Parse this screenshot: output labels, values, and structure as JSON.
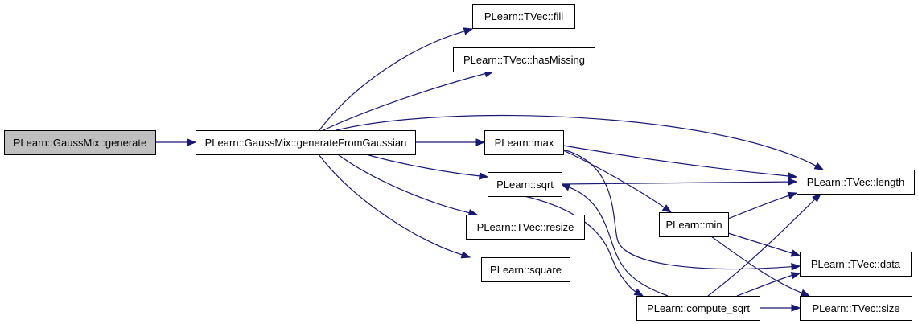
{
  "diagram": {
    "type": "call-graph",
    "colors": {
      "edge": "#191970",
      "root_fill": "#bfbfbf",
      "node_fill": "#ffffff",
      "node_border": "#000000"
    },
    "nodes": [
      {
        "id": "generate",
        "label": "PLearn::GaussMix::generate",
        "root": true
      },
      {
        "id": "generateFromGaussian",
        "label": "PLearn::GaussMix::generateFromGaussian"
      },
      {
        "id": "fill",
        "label": "PLearn::TVec::fill"
      },
      {
        "id": "hasMissing",
        "label": "PLearn::TVec::hasMissing"
      },
      {
        "id": "max",
        "label": "PLearn::max"
      },
      {
        "id": "sqrt",
        "label": "PLearn::sqrt"
      },
      {
        "id": "resize",
        "label": "PLearn::TVec::resize"
      },
      {
        "id": "square",
        "label": "PLearn::square"
      },
      {
        "id": "min",
        "label": "PLearn::min"
      },
      {
        "id": "compute_sqrt",
        "label": "PLearn::compute_sqrt"
      },
      {
        "id": "length",
        "label": "PLearn::TVec::length"
      },
      {
        "id": "data",
        "label": "PLearn::TVec::data"
      },
      {
        "id": "size",
        "label": "PLearn::TVec::size"
      }
    ],
    "edges": [
      {
        "from": "generate",
        "to": "generateFromGaussian"
      },
      {
        "from": "generateFromGaussian",
        "to": "fill"
      },
      {
        "from": "generateFromGaussian",
        "to": "hasMissing"
      },
      {
        "from": "generateFromGaussian",
        "to": "length"
      },
      {
        "from": "generateFromGaussian",
        "to": "max"
      },
      {
        "from": "generateFromGaussian",
        "to": "sqrt"
      },
      {
        "from": "generateFromGaussian",
        "to": "resize"
      },
      {
        "from": "generateFromGaussian",
        "to": "square"
      },
      {
        "from": "max",
        "to": "length"
      },
      {
        "from": "max",
        "to": "min"
      },
      {
        "from": "max",
        "to": "data"
      },
      {
        "from": "sqrt",
        "to": "length"
      },
      {
        "from": "sqrt",
        "to": "compute_sqrt"
      },
      {
        "from": "min",
        "to": "length"
      },
      {
        "from": "min",
        "to": "data"
      },
      {
        "from": "min",
        "to": "size"
      },
      {
        "from": "compute_sqrt",
        "to": "sqrt"
      },
      {
        "from": "compute_sqrt",
        "to": "length"
      },
      {
        "from": "compute_sqrt",
        "to": "data"
      },
      {
        "from": "compute_sqrt",
        "to": "size"
      }
    ]
  }
}
